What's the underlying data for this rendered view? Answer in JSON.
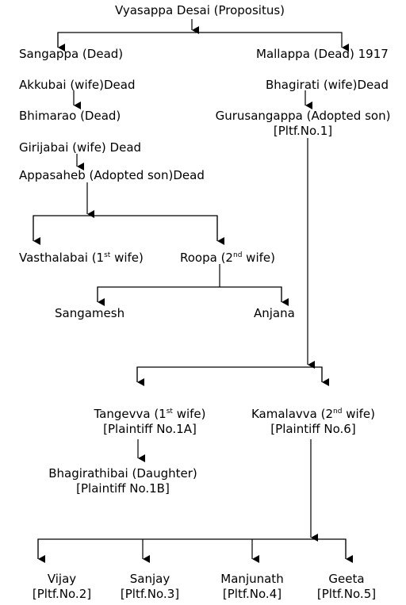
{
  "nodes": {
    "propositus": "Vyasappa Desai (Propositus)",
    "sangappa": "Sangappa (Dead)",
    "akkubai": "Akkubai (wife)Dead",
    "bhimarao": "Bhimarao (Dead)",
    "girijabai": "Girijabai (wife) Dead",
    "appasaheb": "Appasaheb (Adopted son)Dead",
    "vasthalabai_name": "Vasthalabai (1",
    "vasthalabai_sup": "st",
    "vasthalabai_tail": " wife)",
    "roopa_name": "Roopa (2",
    "roopa_sup": "nd",
    "roopa_tail": " wife)",
    "sangamesh": "Sangamesh",
    "anjana": "Anjana",
    "mallappa": "Mallappa (Dead) 1917",
    "bhagirati": "Bhagirati (wife)Dead",
    "gurusangappa": "Gurusangappa (Adopted son)",
    "gurusangappa_ref": "[Pltf.No.1]",
    "tangevva_name": "Tangevva (1",
    "tangevva_sup": "st",
    "tangevva_tail": " wife)",
    "tangevva_ref": "[Plaintiff No.1A]",
    "kamalavva_name": "Kamalavva (2",
    "kamalavva_sup": "nd",
    "kamalavva_tail": " wife)",
    "kamalavva_ref": "[Plaintiff No.6]",
    "bhagirathibai": "Bhagirathibai (Daughter)",
    "bhagirathibai_ref": "[Plaintiff No.1B]",
    "vijay": "Vijay",
    "vijay_ref": "[Pltf.No.2]",
    "sanjay": "Sanjay",
    "sanjay_ref": "[Pltf.No.3]",
    "manjunath": "Manjunath",
    "manjunath_ref": "[Pltf.No.4]",
    "geeta": "Geeta",
    "geeta_ref": "[Pltf.No.5]"
  }
}
